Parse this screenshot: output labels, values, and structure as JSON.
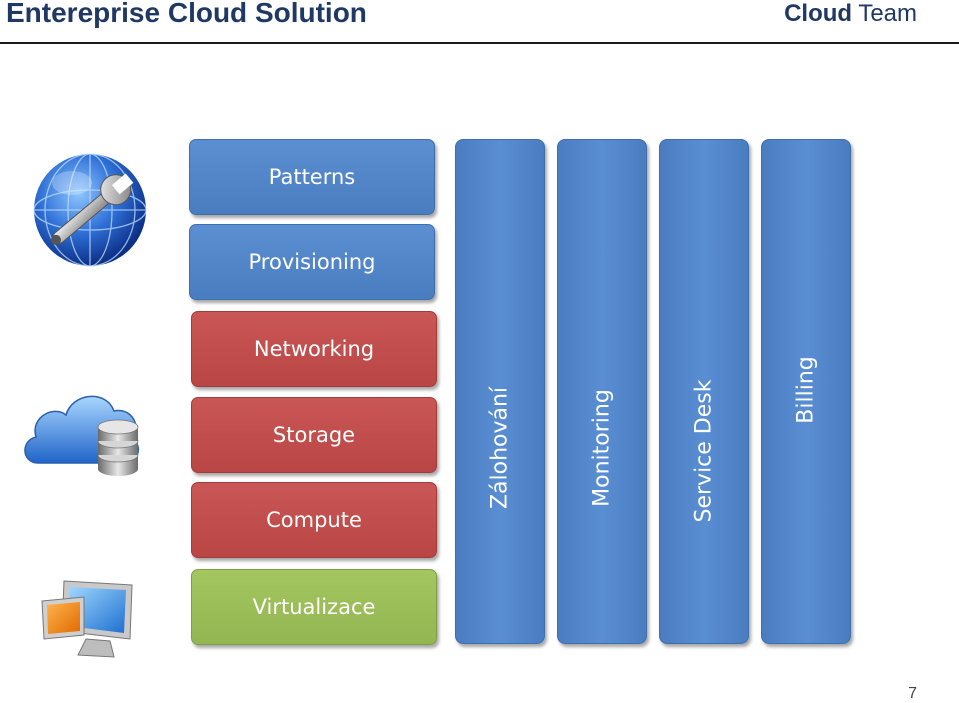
{
  "header": {
    "title": "Entereprise Cloud Solution",
    "brand_bold": "Cloud",
    "brand_rest": " Team"
  },
  "stack": [
    {
      "label": "Patterns",
      "color": "#4f84c6"
    },
    {
      "label": "Provisioning",
      "color": "#4f84c6"
    },
    {
      "label": "Networking",
      "color": "#c0504d"
    },
    {
      "label": "Storage",
      "color": "#c0504d"
    },
    {
      "label": "Compute",
      "color": "#c0504d"
    },
    {
      "label": "Virtualizace",
      "color": "#9bbb59"
    }
  ],
  "columns": [
    {
      "label": "Zálohování"
    },
    {
      "label": "Monitoring"
    },
    {
      "label": "Service Desk"
    },
    {
      "label": "Billing"
    }
  ],
  "icons": [
    "globe-wrench-icon",
    "cloud-database-icon",
    "computer-monitor-icon"
  ],
  "footer": {
    "page_number": "7"
  }
}
